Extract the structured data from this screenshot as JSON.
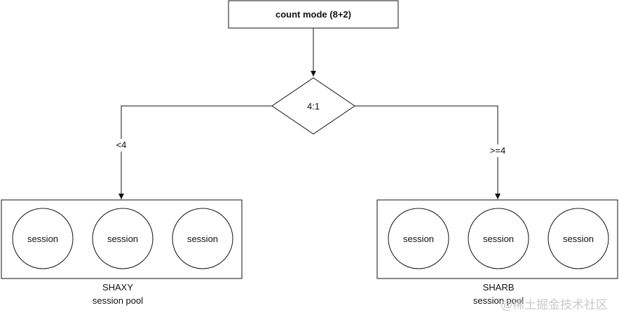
{
  "diagram": {
    "top_node": {
      "label": "count mode (8+2)"
    },
    "decision": {
      "label": "4:1"
    },
    "left_branch": {
      "label": "<4"
    },
    "right_branch": {
      "label": ">=4"
    },
    "left_pool": {
      "sessions": [
        "session",
        "session",
        "session"
      ],
      "name": "SHAXY",
      "caption": "session pool"
    },
    "right_pool": {
      "sessions": [
        "session",
        "session",
        "session"
      ],
      "name": "SHARB",
      "caption": "session pool"
    }
  },
  "watermark": "@稀土掘金技术社区"
}
